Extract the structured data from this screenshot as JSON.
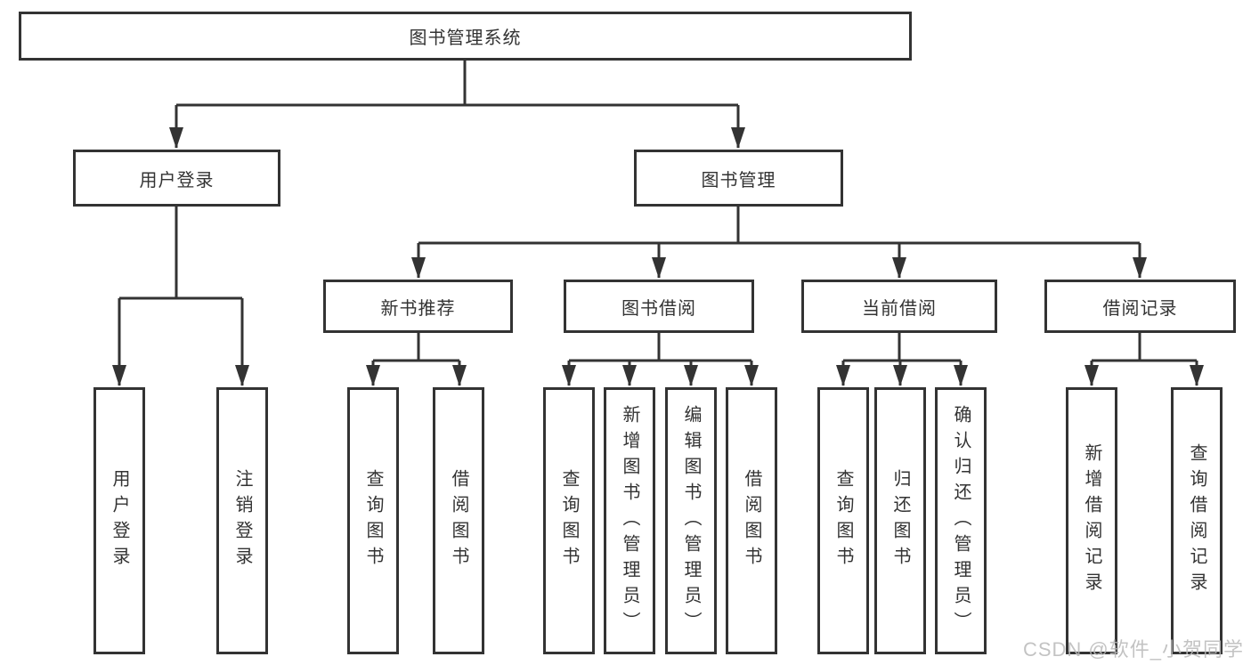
{
  "title": "图书管理系统",
  "watermark": "CSDN @软件_小贺同学",
  "colors": {
    "line": "#333333",
    "border": "#333333",
    "text": "#333333",
    "watermark": "#b9b9b9",
    "background": "#ffffff"
  },
  "tree": {
    "label": "图书管理系统",
    "children": [
      {
        "label": "用户登录",
        "children": [
          {
            "label": "用户登录"
          },
          {
            "label": "注销登录"
          }
        ]
      },
      {
        "label": "图书管理",
        "children": [
          {
            "label": "新书推荐",
            "children": [
              {
                "label": "查询图书"
              },
              {
                "label": "借阅图书"
              }
            ]
          },
          {
            "label": "图书借阅",
            "children": [
              {
                "label": "查询图书"
              },
              {
                "label": "新增图书（管理员）"
              },
              {
                "label": "编辑图书（管理员）"
              },
              {
                "label": "借阅图书"
              }
            ]
          },
          {
            "label": "当前借阅",
            "children": [
              {
                "label": "查询图书"
              },
              {
                "label": "归还图书"
              },
              {
                "label": "确认归还（管理员）"
              }
            ]
          },
          {
            "label": "借阅记录",
            "children": [
              {
                "label": "新增借阅记录"
              },
              {
                "label": "查询借阅记录"
              }
            ]
          }
        ]
      }
    ]
  }
}
